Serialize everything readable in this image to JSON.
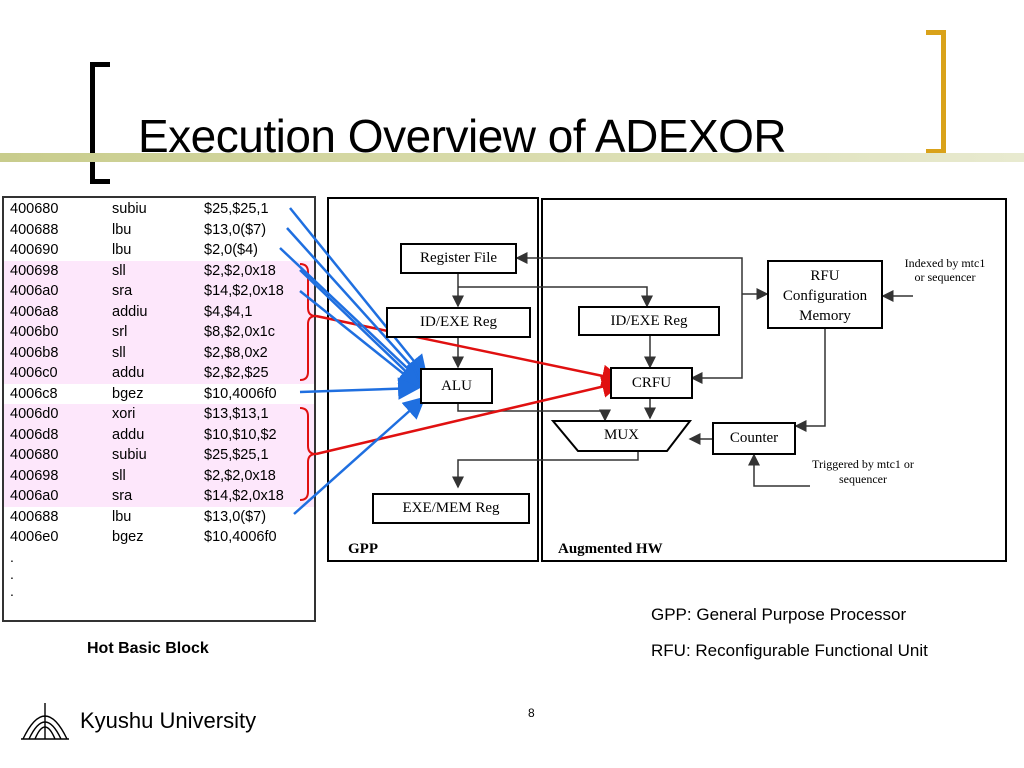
{
  "slide": {
    "title": "Execution Overview of ADEXOR",
    "page_number": "8",
    "university": "Kyushu University"
  },
  "code_block": {
    "caption": "Hot Basic Block",
    "rows": [
      {
        "addr": "400680",
        "op": "subiu",
        "args": "$25,$25,1",
        "highlighted": false
      },
      {
        "addr": "400688",
        "op": "lbu",
        "args": "$13,0($7)",
        "highlighted": false
      },
      {
        "addr": "400690",
        "op": "lbu",
        "args": "$2,0($4)",
        "highlighted": false
      },
      {
        "addr": "400698",
        "op": "sll",
        "args": "$2,$2,0x18",
        "highlighted": true
      },
      {
        "addr": "4006a0",
        "op": "sra",
        "args": "$14,$2,0x18",
        "highlighted": true
      },
      {
        "addr": "4006a8",
        "op": "addiu",
        "args": "$4,$4,1",
        "highlighted": true
      },
      {
        "addr": "4006b0",
        "op": "srl",
        "args": "$8,$2,0x1c",
        "highlighted": true
      },
      {
        "addr": "4006b8",
        "op": "sll",
        "args": "$2,$8,0x2",
        "highlighted": true
      },
      {
        "addr": "4006c0",
        "op": "addu",
        "args": "$2,$2,$25",
        "highlighted": true
      },
      {
        "addr": "4006c8",
        "op": "bgez",
        "args": "$10,4006f0",
        "highlighted": false
      },
      {
        "addr": "4006d0",
        "op": "xori",
        "args": "$13,$13,1",
        "highlighted": true
      },
      {
        "addr": "4006d8",
        "op": "addu",
        "args": "$10,$10,$2",
        "highlighted": true
      },
      {
        "addr": "400680",
        "op": "subiu",
        "args": "$25,$25,1",
        "highlighted": true
      },
      {
        "addr": "400698",
        "op": "sll",
        "args": "$2,$2,0x18",
        "highlighted": true
      },
      {
        "addr": "4006a0",
        "op": "sra",
        "args": "$14,$2,0x18",
        "highlighted": true
      },
      {
        "addr": "400688",
        "op": "lbu",
        "args": "$13,0($7)",
        "highlighted": false
      },
      {
        "addr": "4006e0",
        "op": "bgez",
        "args": "$10,4006f0",
        "highlighted": false
      }
    ],
    "ellipsis": [
      ".",
      ".",
      "."
    ]
  },
  "diagram": {
    "gpp_label": "GPP",
    "hw_label": "Augmented HW",
    "register_file": "Register File",
    "idexe_gpp": "ID/EXE Reg",
    "alu": "ALU",
    "exemem": "EXE/MEM Reg",
    "idexe_hw": "ID/EXE Reg",
    "crfu": "CRFU",
    "mux": "MUX",
    "counter": "Counter",
    "rfu_mem": [
      "RFU",
      "Configuration",
      "Memory"
    ],
    "indexed_note": [
      "Indexed by mtc1",
      "or sequencer"
    ],
    "triggered_note": [
      "Triggered by mtc1 or",
      "sequencer"
    ]
  },
  "legend": {
    "gpp": "GPP: General Purpose Processor",
    "rfu": "RFU: Reconfigurable Functional Unit"
  },
  "colors": {
    "highlight": "#fde7fb",
    "blue_arrow": "#1f6fe0",
    "red_arrow": "#e01010",
    "bracket_gold": "#d9a21a",
    "title_bar": "#c8cc8c"
  }
}
